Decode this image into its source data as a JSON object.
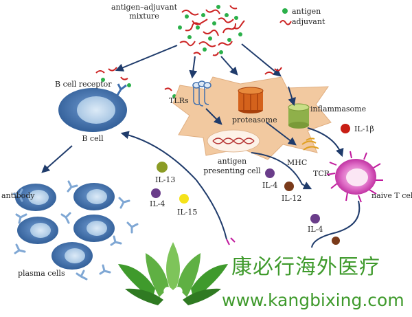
{
  "labels": {
    "mixture": [
      "antigen–adjuvant",
      "mixture"
    ],
    "legend_antigen": "antigen",
    "legend_adjuvant": "adjuvant",
    "b_cell_receptor": "B cell receptor",
    "b_cell": "B cell",
    "tlrs": "TLRs",
    "proteasome": "proteasome",
    "inflammasome": "inflammasome",
    "il1b": "IL-1β",
    "mhc": "MHC",
    "tcr": "TCR",
    "apc": [
      "antigen",
      "presenting cell"
    ],
    "il4_mid": "IL-4",
    "il12": "IL-12",
    "naive_t": "naive T cell",
    "il13": "IL-13",
    "il4_left": "IL-4",
    "il15": "IL-15",
    "il4_lower": "IL-4",
    "antibody": "antibody",
    "plasma_cells": "plasma cells"
  },
  "watermark": {
    "chinese": "康必行海外医疗",
    "url": "www.kangbixing.com"
  },
  "colors": {
    "arrow": "#1f3b6b",
    "antigen": "#2bb04a",
    "adjuvant": "#cc2222",
    "cell_blue": "#3f6fae",
    "apc_fill": "#f2c9a0",
    "t_cell": "#c0189c",
    "il13": "#8b9c25",
    "il4": "#6a3d8a",
    "il15": "#f5e21a",
    "il12": "#7a3a1a",
    "il1b": "#c81e14",
    "brand_green": "#3f9a2c"
  }
}
